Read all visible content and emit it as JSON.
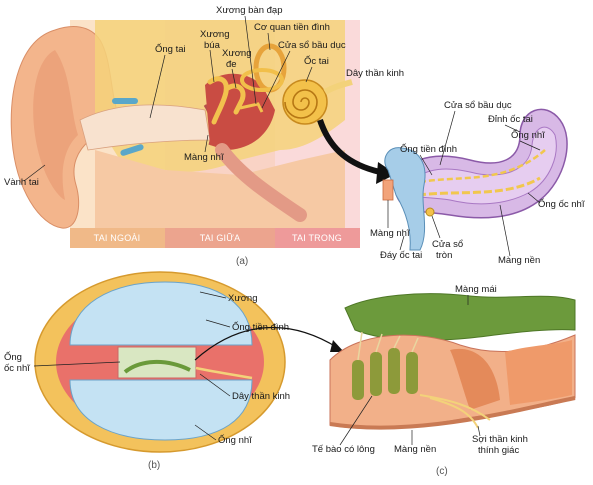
{
  "panels": {
    "a": "(a)",
    "b": "(b)",
    "c": "(c)"
  },
  "zones": {
    "outer": "TAI NGOÀI",
    "middle": "TAI GIỮA",
    "inner": "TAI TRONG"
  },
  "labels_a": {
    "xuong_ban_dap": "Xương bàn đạp",
    "co_quan_tien_dinh": "Cơ quan tiền đình",
    "xuong_bua": "Xương búa",
    "xuong_de": "Xương đe",
    "cua_so_bau_duc": "Cửa sổ bầu dục",
    "oc_tai": "Ốc tai",
    "ong_tai": "Ống tai",
    "day_than_kinh": "Dây thần kinh",
    "vanh_tai": "Vành tai",
    "mang_nhi": "Màng nhĩ"
  },
  "labels_cochlea": {
    "cua_so_bau_duc": "Cửa sổ bầu dục",
    "dinh_oc_tai": "Đỉnh ốc tai",
    "ong_nhi": "Ống nhĩ",
    "ong_tien_dinh": "Ống tiền đình",
    "ong_oc_nhi": "Ống ốc nhĩ",
    "mang_nhi": "Màng nhĩ",
    "cua_so_tron": "Cửa sổ tròn",
    "day_oc_tai": "Đáy ốc tai",
    "mang_nen": "Màng nền"
  },
  "labels_b": {
    "xuong": "Xương",
    "ong_tien_dinh": "Ống tiền đình",
    "ong_oc_nhi": "Ống ốc nhĩ",
    "day_than_kinh": "Dây thần kinh",
    "ong_nhi": "Ống nhĩ"
  },
  "labels_c": {
    "mang_mai": "Màng mái",
    "te_bao_co_long": "Tế bào có lông",
    "mang_nen": "Màng nền",
    "soi_than_kinh": "Sợi thần kinh thính giác"
  },
  "colors": {
    "skin": "#f2b48a",
    "canal": "#f7d6b8",
    "bone": "#f0c24a",
    "middle_ear": "#e07a6a",
    "cochlea_fluid": "#bcdcf0",
    "tectorial": "#6e9a3a",
    "zone_outer": "#f7cfa8",
    "zone_middle": "#f4b9a8",
    "zone_inner": "#f7b7b5"
  }
}
